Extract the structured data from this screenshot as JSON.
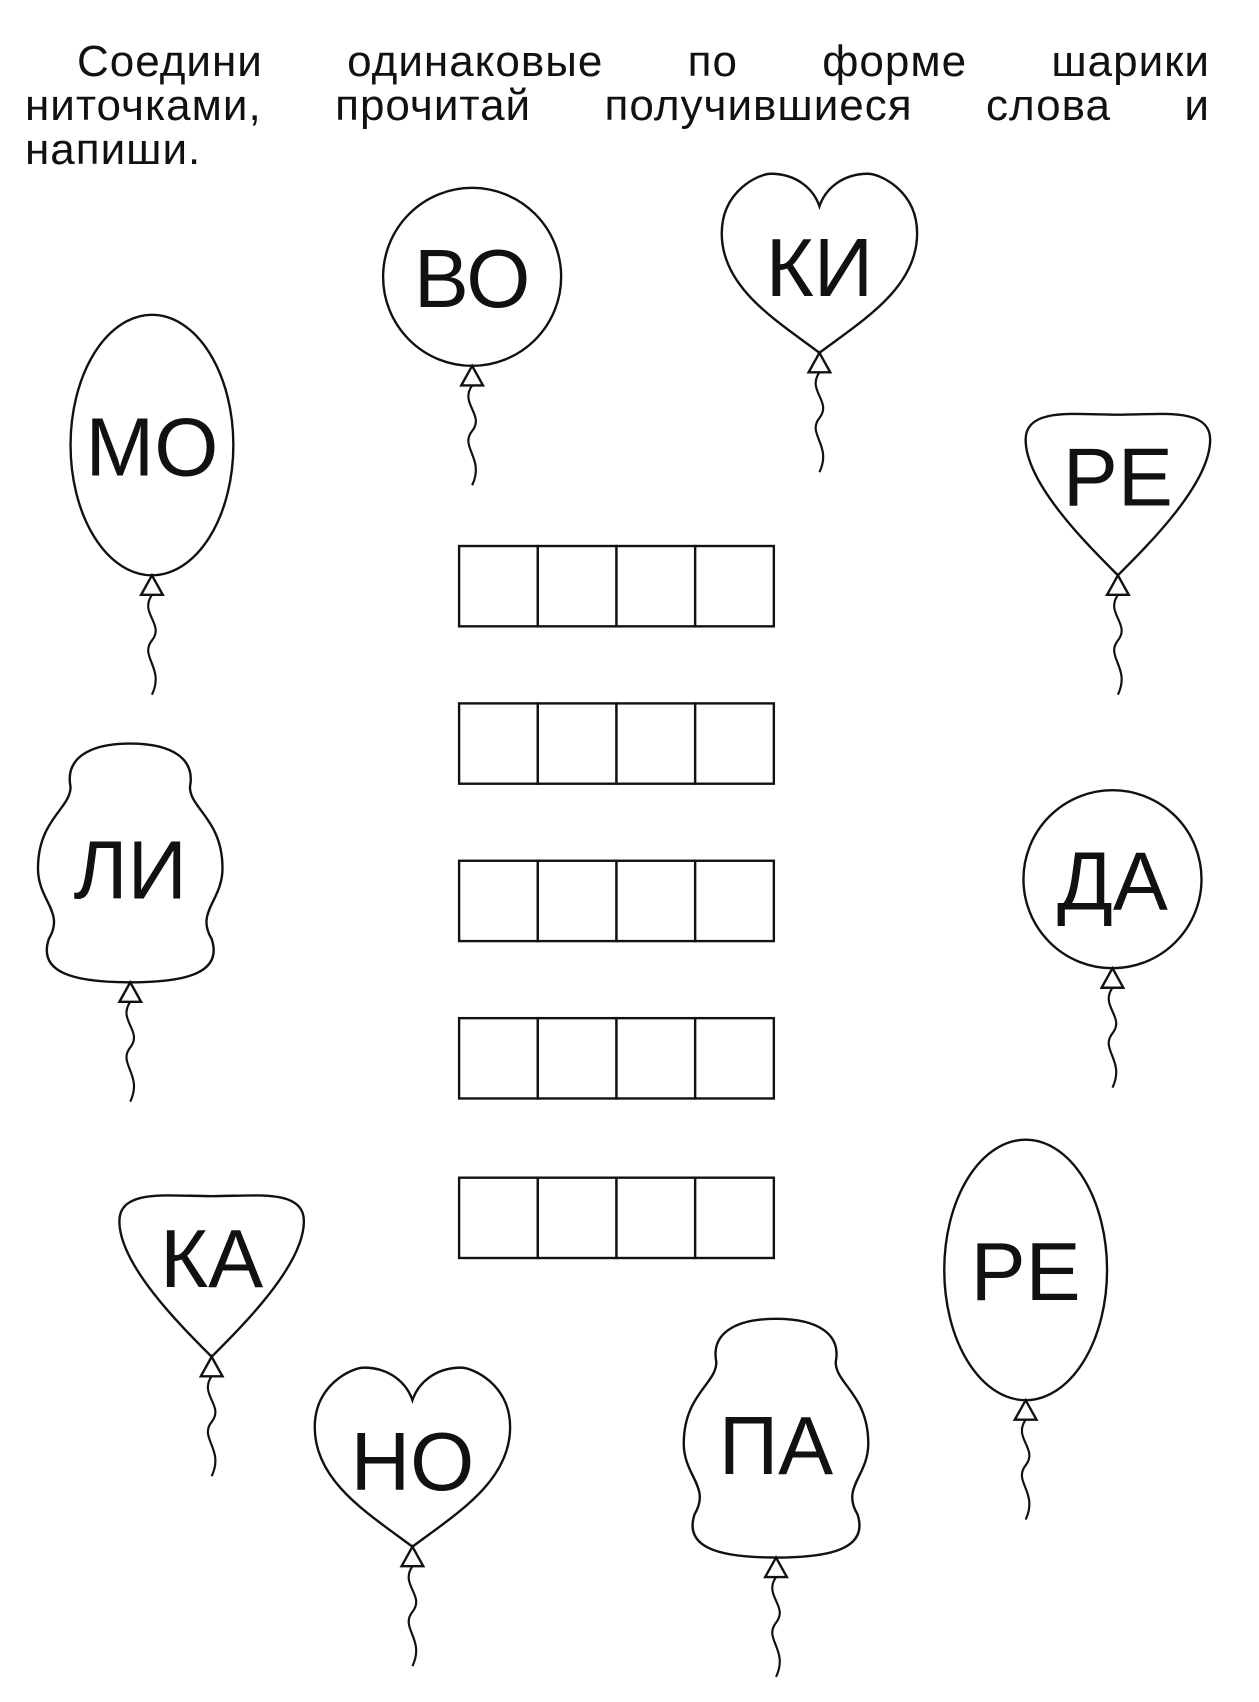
{
  "instruction": {
    "line1": "Соедини одинаковые по форме шарики",
    "line2": "ниточками, прочитай получившиеся слова и",
    "line3": "напиши."
  },
  "balloons": [
    {
      "shape": "circle",
      "syllable": "ВО"
    },
    {
      "shape": "heart",
      "syllable": "КИ"
    },
    {
      "shape": "oval",
      "syllable": "МО"
    },
    {
      "shape": "rounded-triangle",
      "syllable": "РЕ"
    },
    {
      "shape": "cloud",
      "syllable": "ЛИ"
    },
    {
      "shape": "circle",
      "syllable": "ДА"
    },
    {
      "shape": "rounded-triangle",
      "syllable": "КА"
    },
    {
      "shape": "oval",
      "syllable": "РЕ"
    },
    {
      "shape": "heart",
      "syllable": "НО"
    },
    {
      "shape": "cloud",
      "syllable": "ПА"
    }
  ],
  "answer_grid": {
    "rows": 5,
    "cells_per_row": 4
  }
}
